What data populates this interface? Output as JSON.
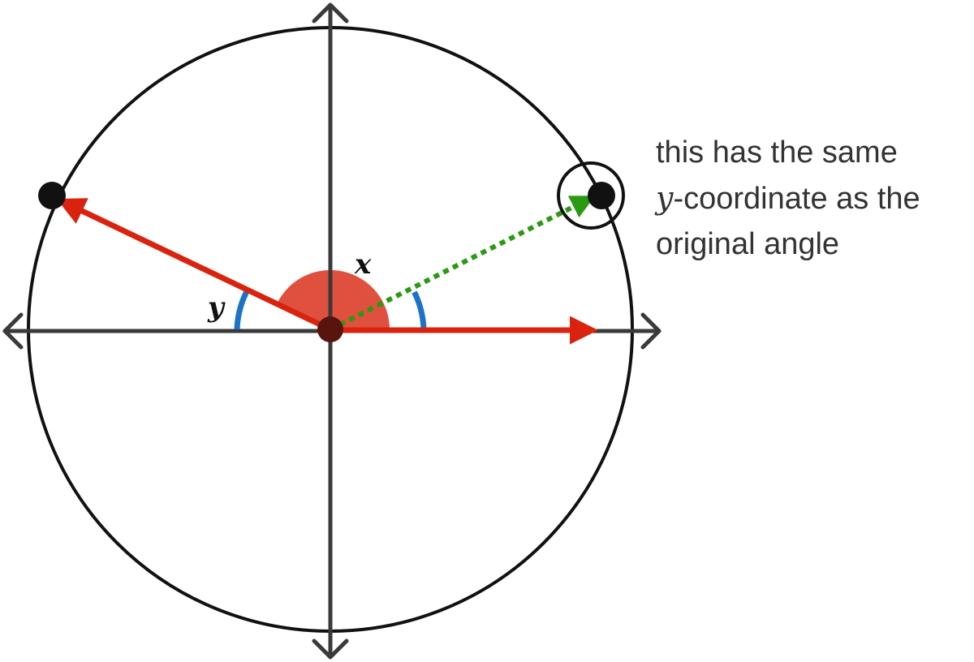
{
  "labels": {
    "x": "x",
    "y": "y"
  },
  "annotation": {
    "line1": "this has the same",
    "line2_var": "y",
    "line2_rest": "-coordinate as the",
    "line3": "original angle"
  },
  "colors": {
    "axis": "#3a3a3a",
    "circle": "#111111",
    "red_vector": "#d9230f",
    "angle_fill": "#e0503f",
    "blue_arc": "#1a73c8",
    "green_vector": "#2a9a12",
    "point": "#111111"
  }
}
